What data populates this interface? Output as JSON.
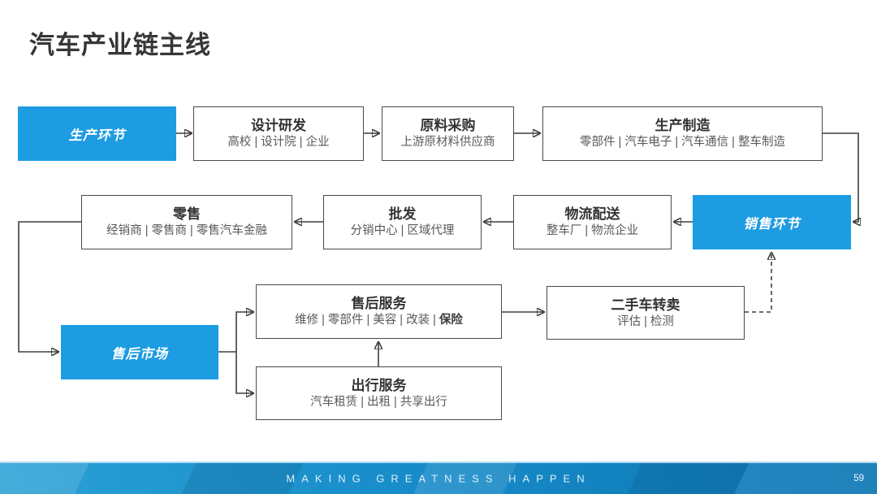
{
  "slide": {
    "title": "汽车产业链主线",
    "footer_text": "MAKING GREATNESS HAPPEN",
    "page_number": "59"
  },
  "colors": {
    "stage_blue": "#1d9ce2",
    "box_border": "#4a4a4a",
    "connector": "#3f3f3f",
    "footer_blue": "#1a8fcb"
  },
  "nodes": {
    "production_stage": {
      "label": "生产环节"
    },
    "design": {
      "title": "设计研发",
      "subtitle": "高校 | 设计院 | 企业"
    },
    "materials": {
      "title": "原料采购",
      "subtitle": "上游原材料供应商"
    },
    "manufacturing": {
      "title": "生产制造",
      "subtitle": "零部件 | 汽车电子 | 汽车通信 | 整车制造"
    },
    "retail": {
      "title": "零售",
      "subtitle": "经销商 | 零售商 | 零售汽车金融"
    },
    "wholesale": {
      "title": "批发",
      "subtitle": "分销中心 | 区域代理"
    },
    "logistics": {
      "title": "物流配送",
      "subtitle": "整车厂 | 物流企业"
    },
    "sales_stage": {
      "label": "销售环节"
    },
    "aftermarket_stage": {
      "label": "售后市场"
    },
    "after_sales": {
      "title": "售后服务",
      "subtitle_prefix": "维修 | 零部件 | 美容 | 改装 | ",
      "subtitle_bold": "保险"
    },
    "used_car": {
      "title": "二手车转卖",
      "subtitle": "评估 | 检测"
    },
    "mobility": {
      "title": "出行服务",
      "subtitle": "汽车租赁 | 出租 | 共享出行"
    }
  }
}
